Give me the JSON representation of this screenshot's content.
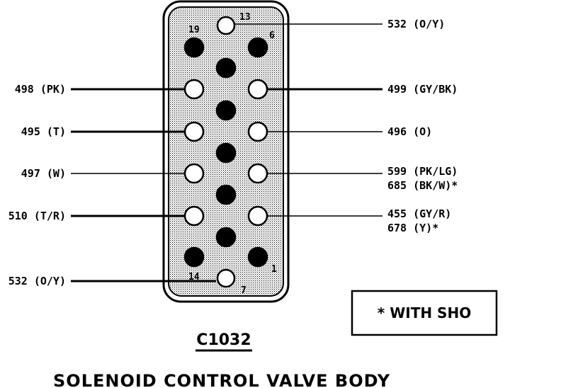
{
  "connector_id": "C1032",
  "title": "SOLENOID CONTROL VALVE BODY",
  "note": "* WITH SHO",
  "pin_numbers": [
    "13",
    "19",
    "6",
    "14",
    "7",
    "1"
  ],
  "left_wires": [
    "498 (PK)",
    "495 (T)",
    "497 (W)",
    "510 (T/R)",
    "532 (O/Y)"
  ],
  "right_wires": [
    "532 (O/Y)",
    "499 (GY/BK)",
    "496 (O)",
    "599 (PK/LG)",
    "685 (BK/W)*",
    "455 (GY/R)",
    "678 (Y)*"
  ]
}
